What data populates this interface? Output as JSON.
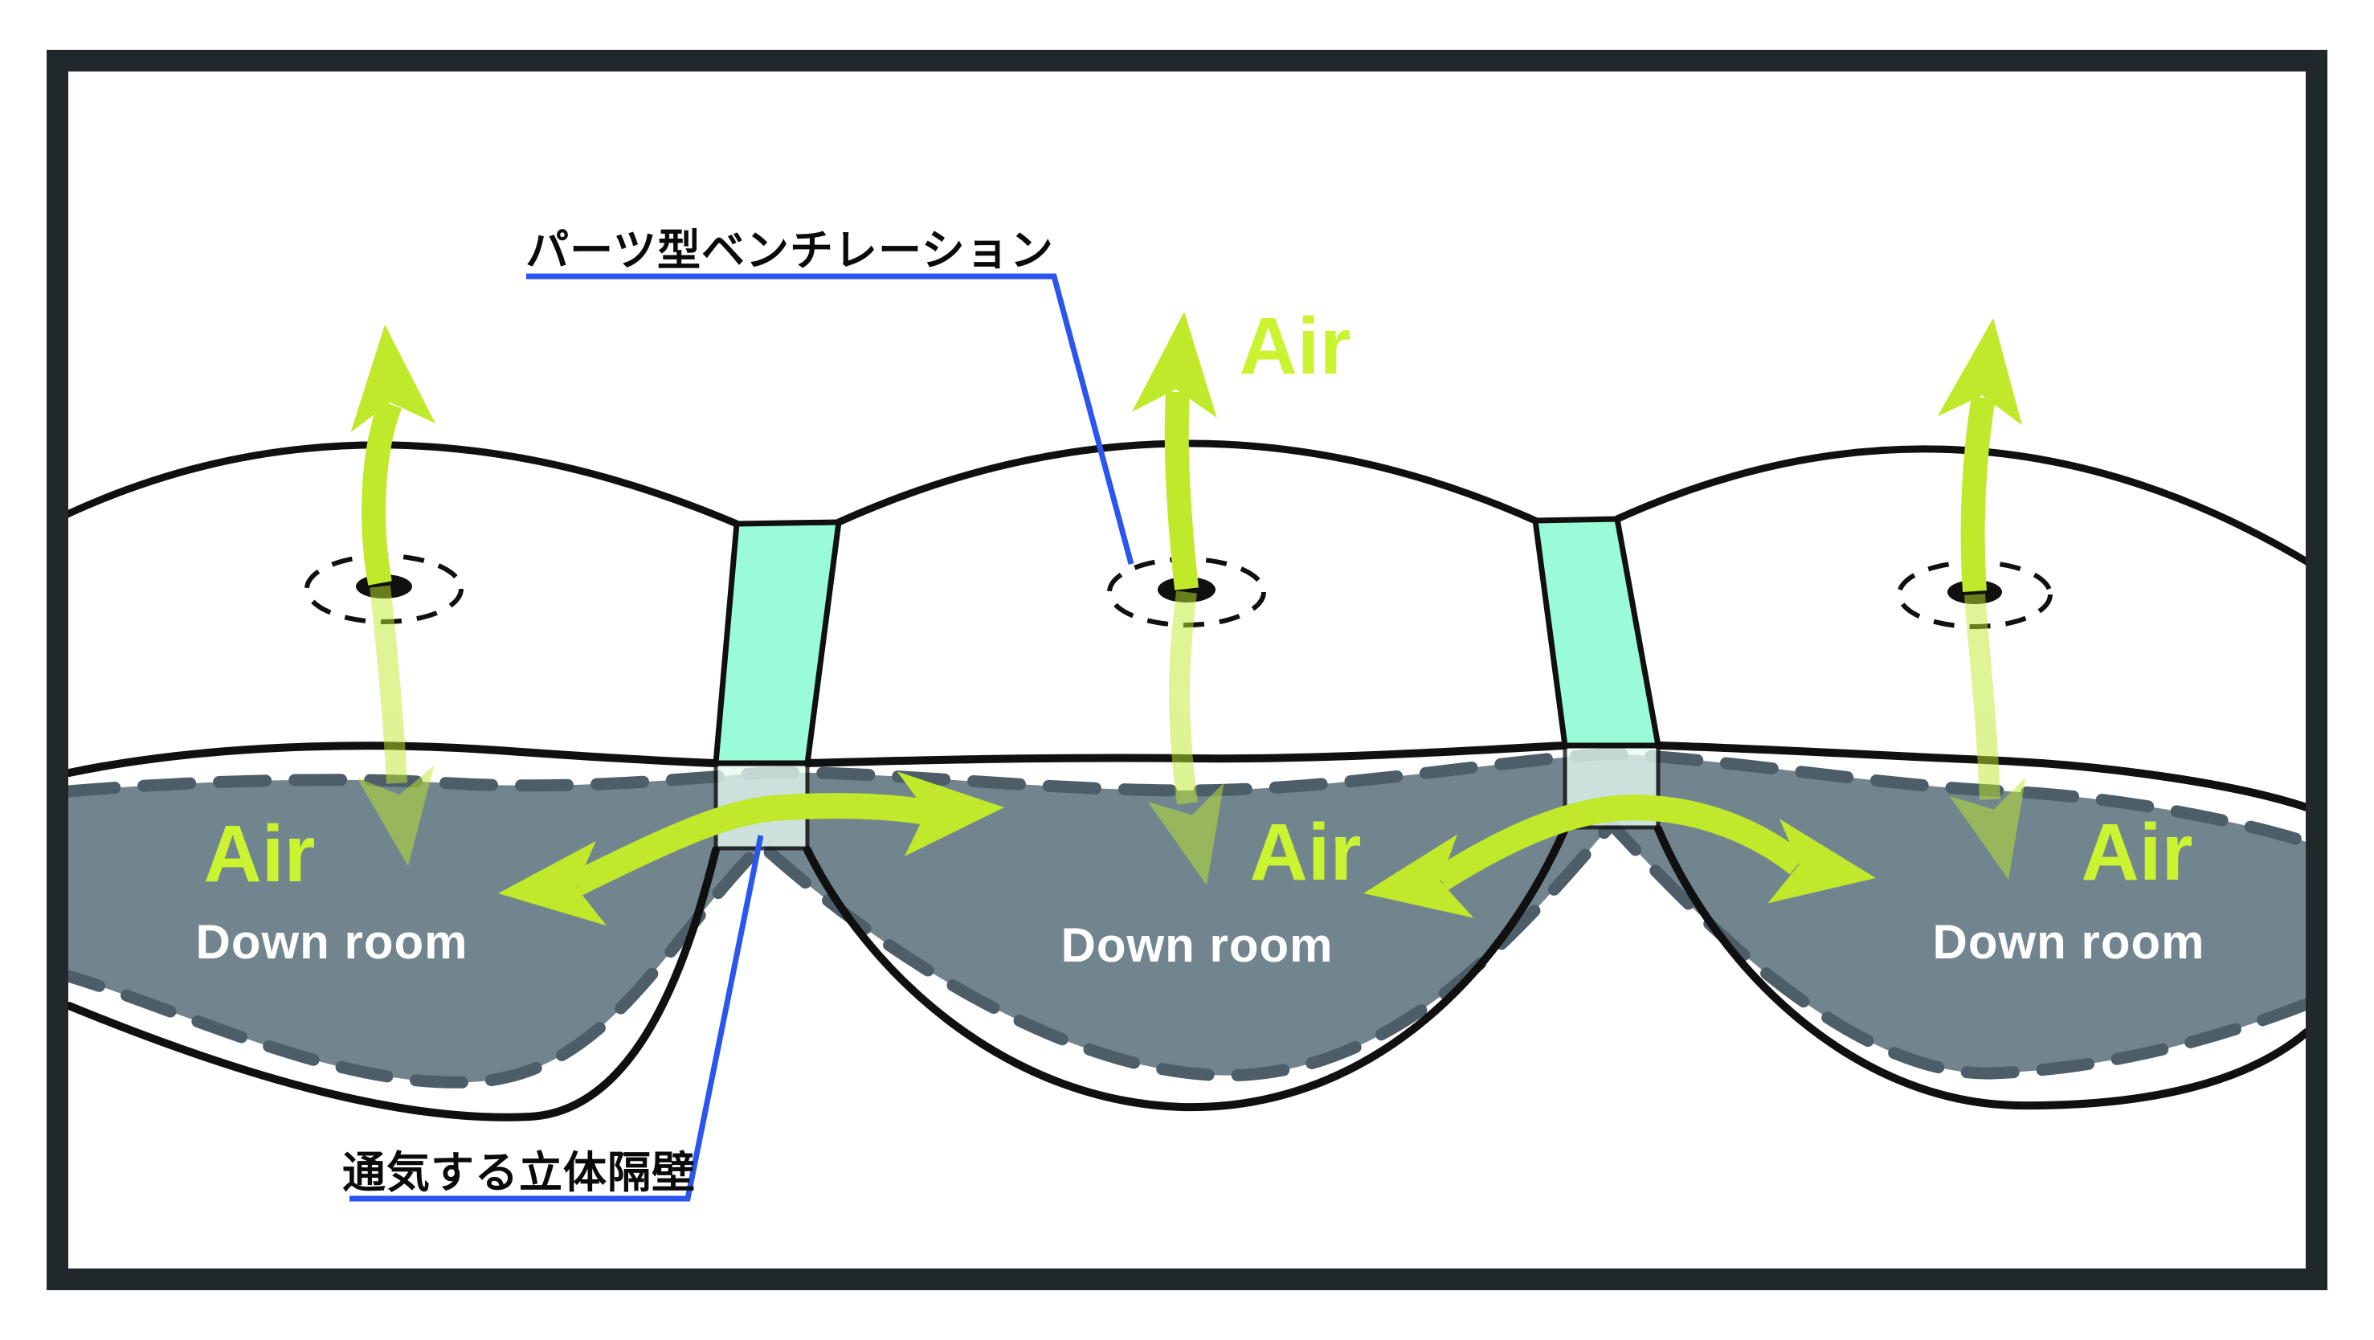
{
  "diagram": {
    "ventilation_label": "パーツ型ベンチレーション",
    "baffle_label": "通気する立体隔壁",
    "top_air_label": "Air",
    "chambers": [
      {
        "air_label": "Air",
        "room_label": "Down room"
      },
      {
        "air_label": "Air",
        "room_label": "Down room"
      },
      {
        "air_label": "Air",
        "room_label": "Down room"
      }
    ]
  },
  "colors": {
    "frame-dark": "#20282c",
    "outline-black": "#101010",
    "down-gray": "#72858f",
    "dash-slate": "#4d5e69",
    "baffle-teal": "#99fbd7",
    "waist-tint": "#e7faf1",
    "arrow-green": "#bfe92a",
    "air-text-green": "#c9f42f",
    "leader-blue": "#2a55ee",
    "room-text-white": "#ffffff",
    "label-black": "#0a0a0a"
  }
}
